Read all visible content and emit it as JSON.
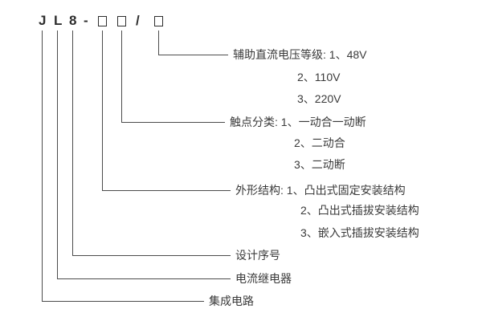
{
  "colors": {
    "background": "#ffffff",
    "text": "#3a3a3a",
    "line": "#4c4c4c"
  },
  "model_code": {
    "j": "J",
    "l": "L",
    "eight": "8",
    "dash": "-",
    "slash": "/"
  },
  "legend": {
    "voltage": {
      "label": "辅助直流电压等级: 1、48V",
      "items": [
        "2、110V",
        "3、220V"
      ]
    },
    "contact": {
      "label": "触点分类: 1、一动合一动断",
      "items": [
        "2、二动合",
        "3、二动断"
      ]
    },
    "structure": {
      "label": "外形结构: 1、凸出式固定安装结构",
      "items": [
        "2、凸出式插拔安装结构",
        "3、嵌入式插拔安装结构"
      ]
    },
    "serial": {
      "label": "设计序号"
    },
    "relay": {
      "label": "电流继电器"
    },
    "circuit": {
      "label": "集成电路"
    }
  }
}
